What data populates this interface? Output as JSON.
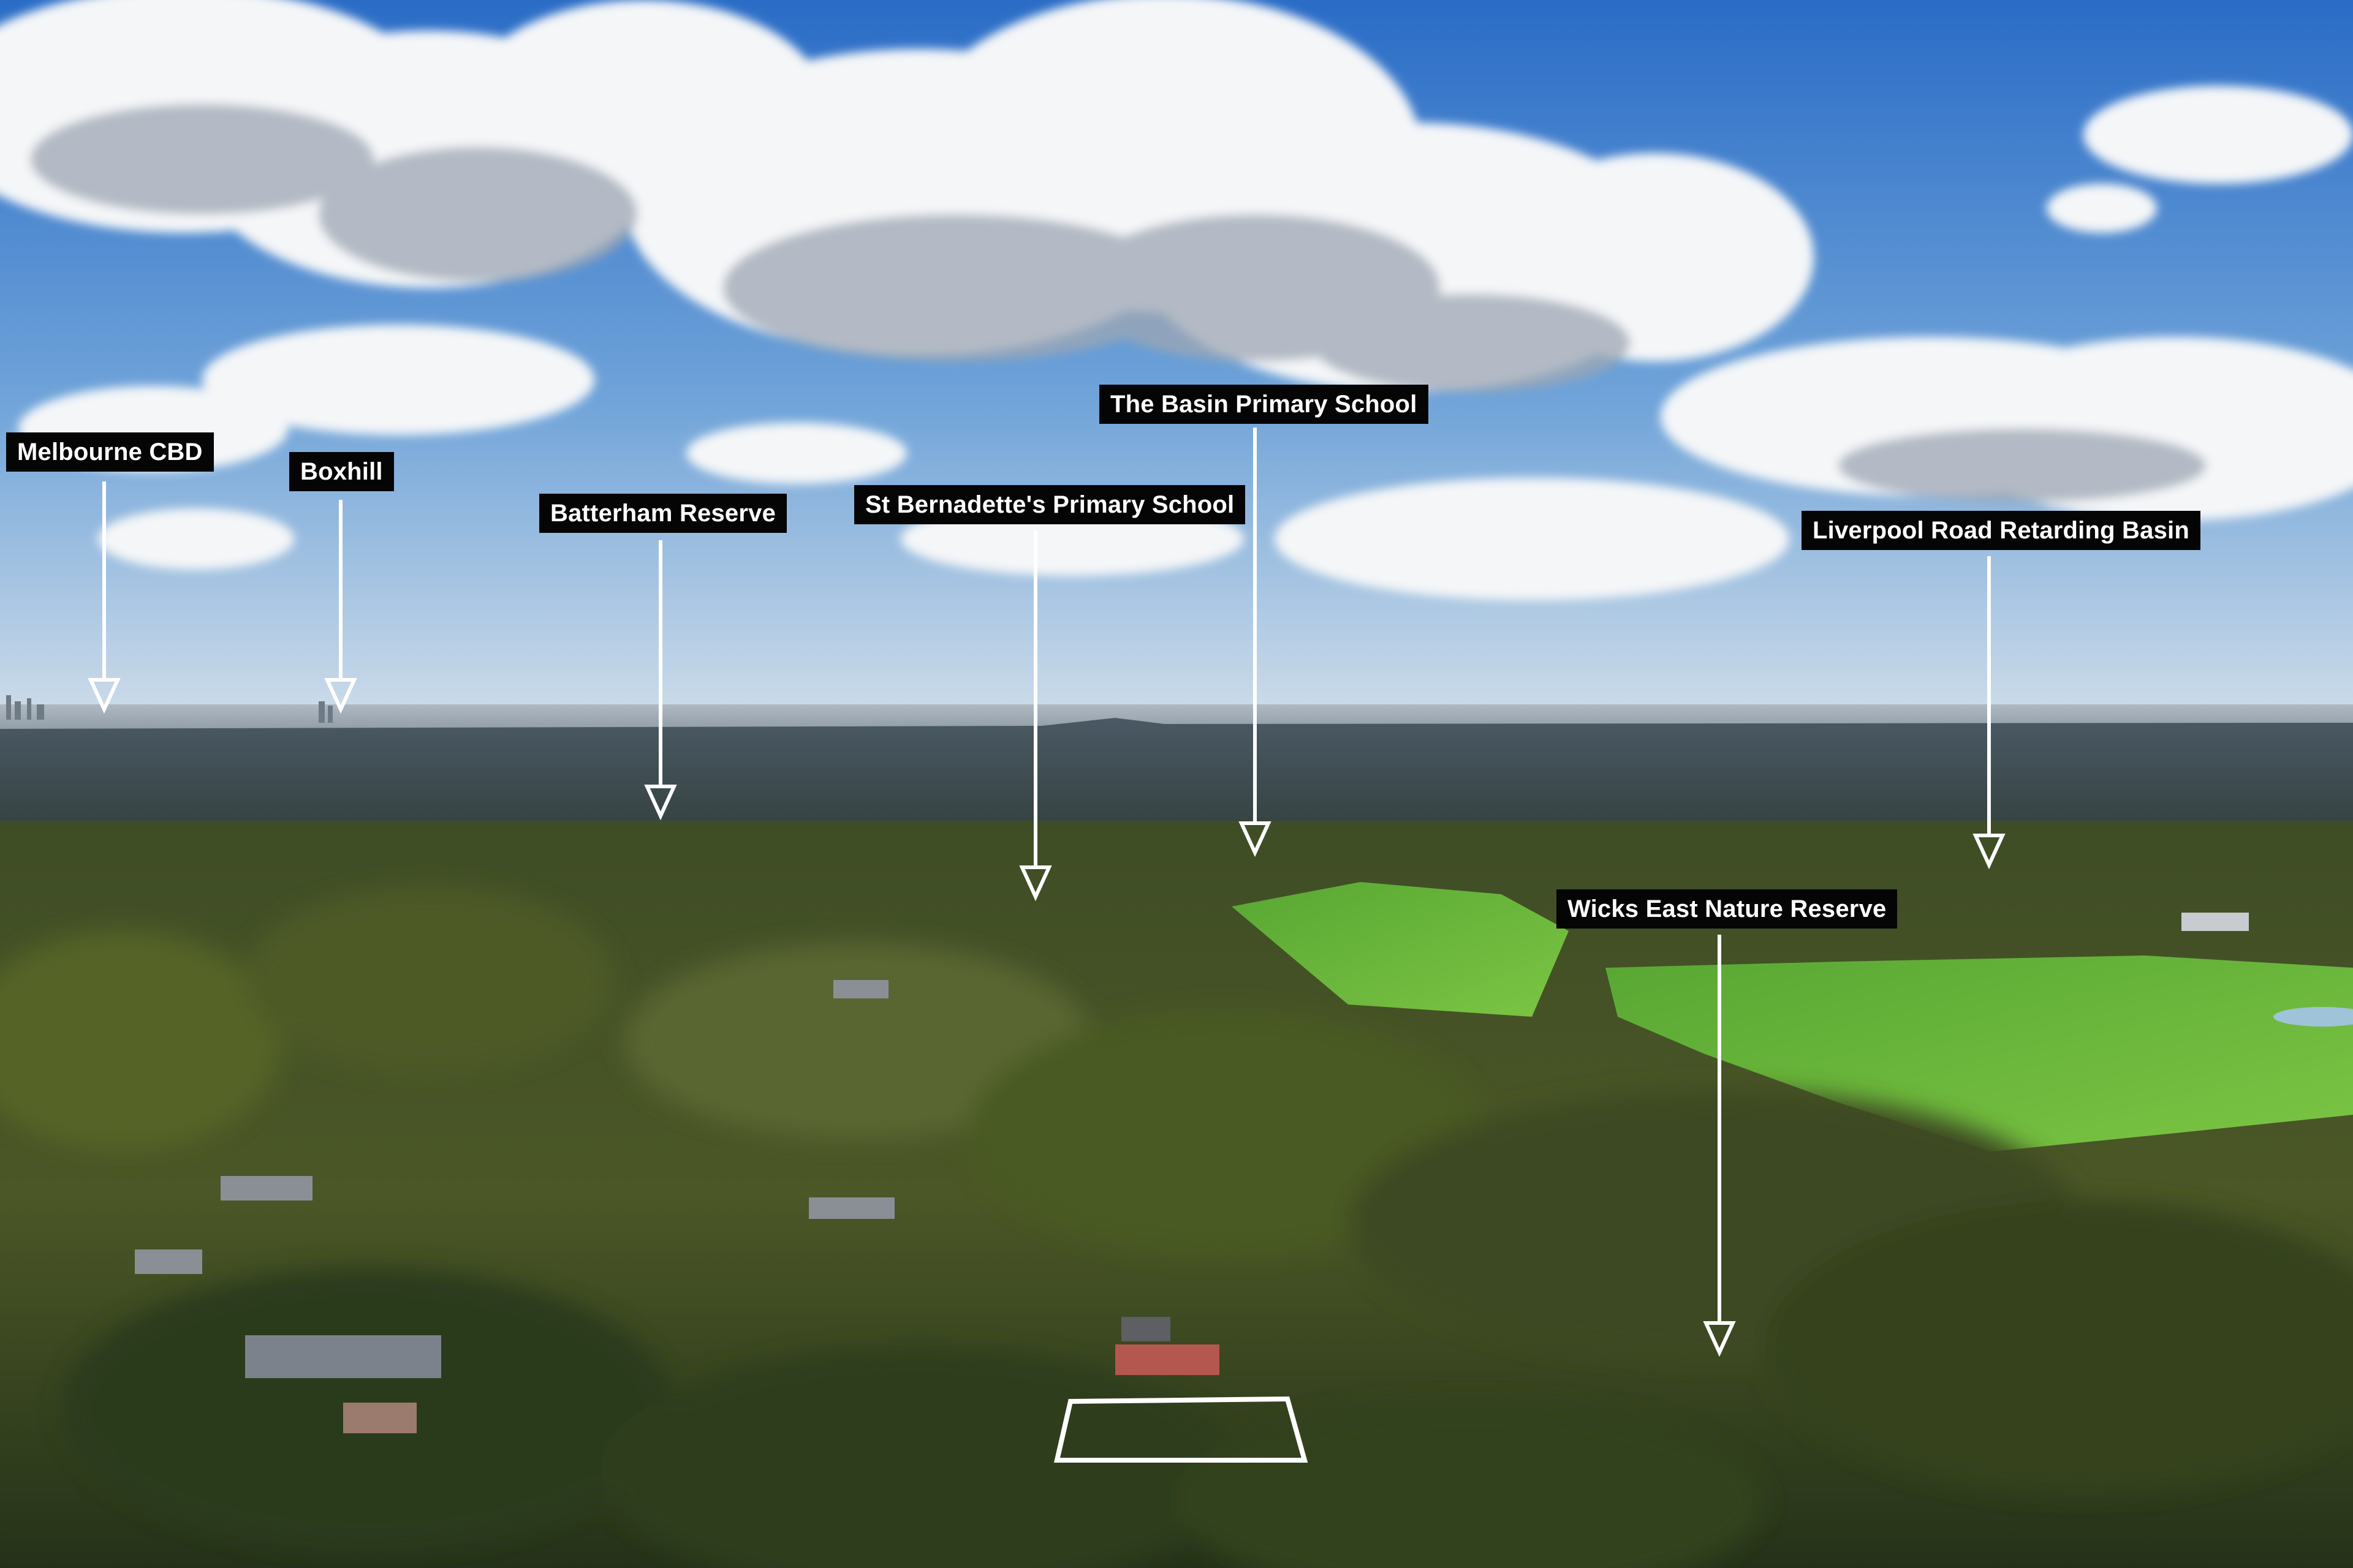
{
  "photo": {
    "description_colors": {
      "sky_top": "#2f72c9",
      "sky_horizon": "#c9dbe9",
      "forest_dark": "#24331b",
      "forest_mid": "#4a5a2a",
      "pasture": "#62b43a"
    }
  },
  "labels": [
    {
      "id": "melbourne-cbd",
      "text": "Melbourne CBD"
    },
    {
      "id": "boxhill",
      "text": "Boxhill"
    },
    {
      "id": "batterham-reserve",
      "text": "Batterham Reserve"
    },
    {
      "id": "st-bernadettes",
      "text": "St Bernadette's Primary School"
    },
    {
      "id": "the-basin-ps",
      "text": "The Basin Primary School"
    },
    {
      "id": "liverpool-road",
      "text": "Liverpool Road Retarding Basin"
    },
    {
      "id": "wicks-east",
      "text": "Wicks East Nature Reserve"
    }
  ],
  "property_outline": {
    "color": "#ffffff"
  }
}
